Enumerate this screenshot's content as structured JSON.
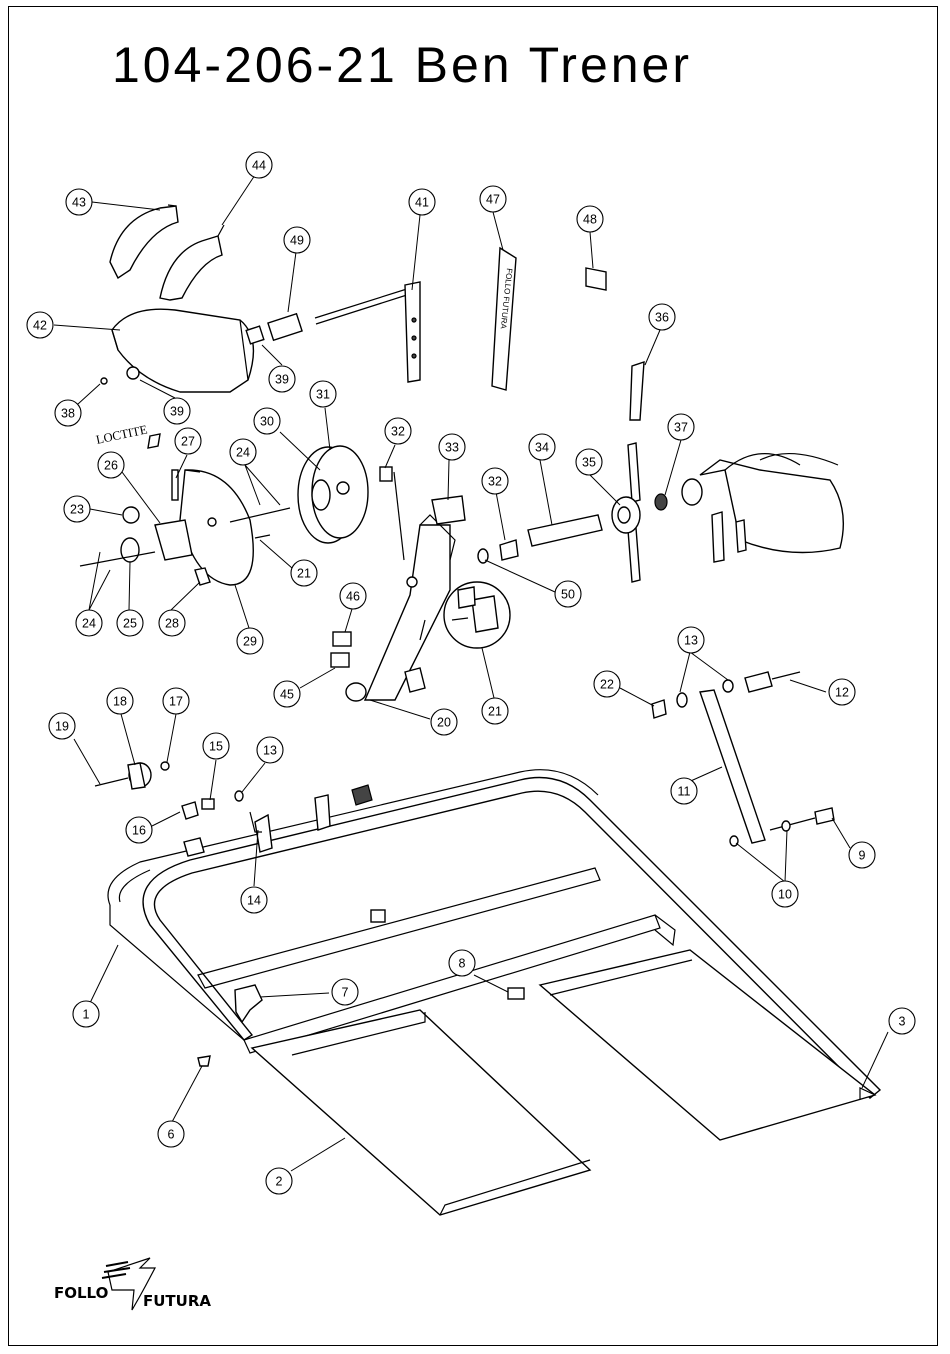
{
  "title": "104-206-21 Ben Trener",
  "note_loctite": "LOCTITE",
  "decal_47_text": "FOLLO FUTURA",
  "brand": {
    "word1": "FOLLO",
    "word2": "FUTURA"
  },
  "callouts": [
    "44",
    "43",
    "41",
    "47",
    "48",
    "49",
    "42",
    "39",
    "38",
    "39",
    "36",
    "31",
    "30",
    "32",
    "27",
    "24",
    "33",
    "34",
    "37",
    "26",
    "35",
    "32",
    "23",
    "21",
    "50",
    "46",
    "24",
    "25",
    "28",
    "29",
    "45",
    "20",
    "21",
    "13",
    "22",
    "12",
    "18",
    "17",
    "19",
    "15",
    "13",
    "16",
    "14",
    "11",
    "9",
    "10",
    "1",
    "8",
    "7",
    "6",
    "3",
    "2"
  ]
}
